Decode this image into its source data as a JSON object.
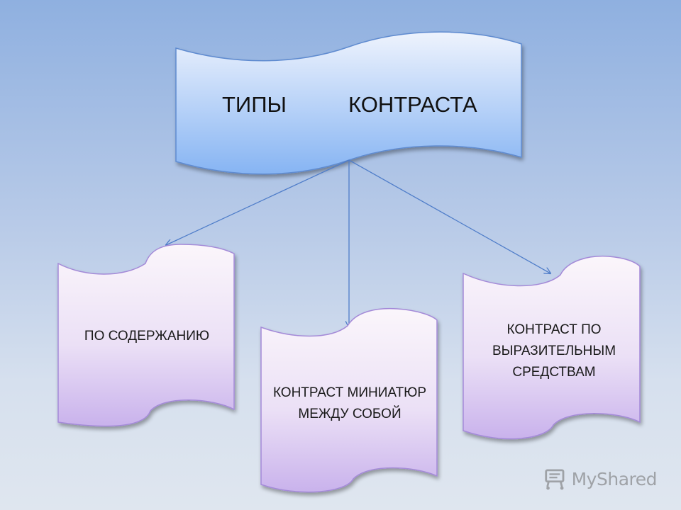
{
  "title": {
    "word1": "ТИПЫ",
    "word2": "КОНТРАСТА"
  },
  "boxes": [
    {
      "label": "ПО СОДЕРЖАНИЮ"
    },
    {
      "label": "КОНТРАСТ МИНИАТЮР МЕЖДУ СОБОЙ"
    },
    {
      "label": "КОНТРАСТ ПО ВЫРАЗИТЕЛЬНЫМ СРЕДСТВАМ"
    }
  ],
  "watermark": {
    "text": "MyShared",
    "icon": "presentation-cart-icon"
  },
  "colors": {
    "title_fill_top": "#eef3fd",
    "title_fill_bottom": "#7fb0f3",
    "box_fill_top": "#fbf6fb",
    "box_fill_bottom": "#cbb5ec",
    "arrow": "#4f7dc9"
  }
}
